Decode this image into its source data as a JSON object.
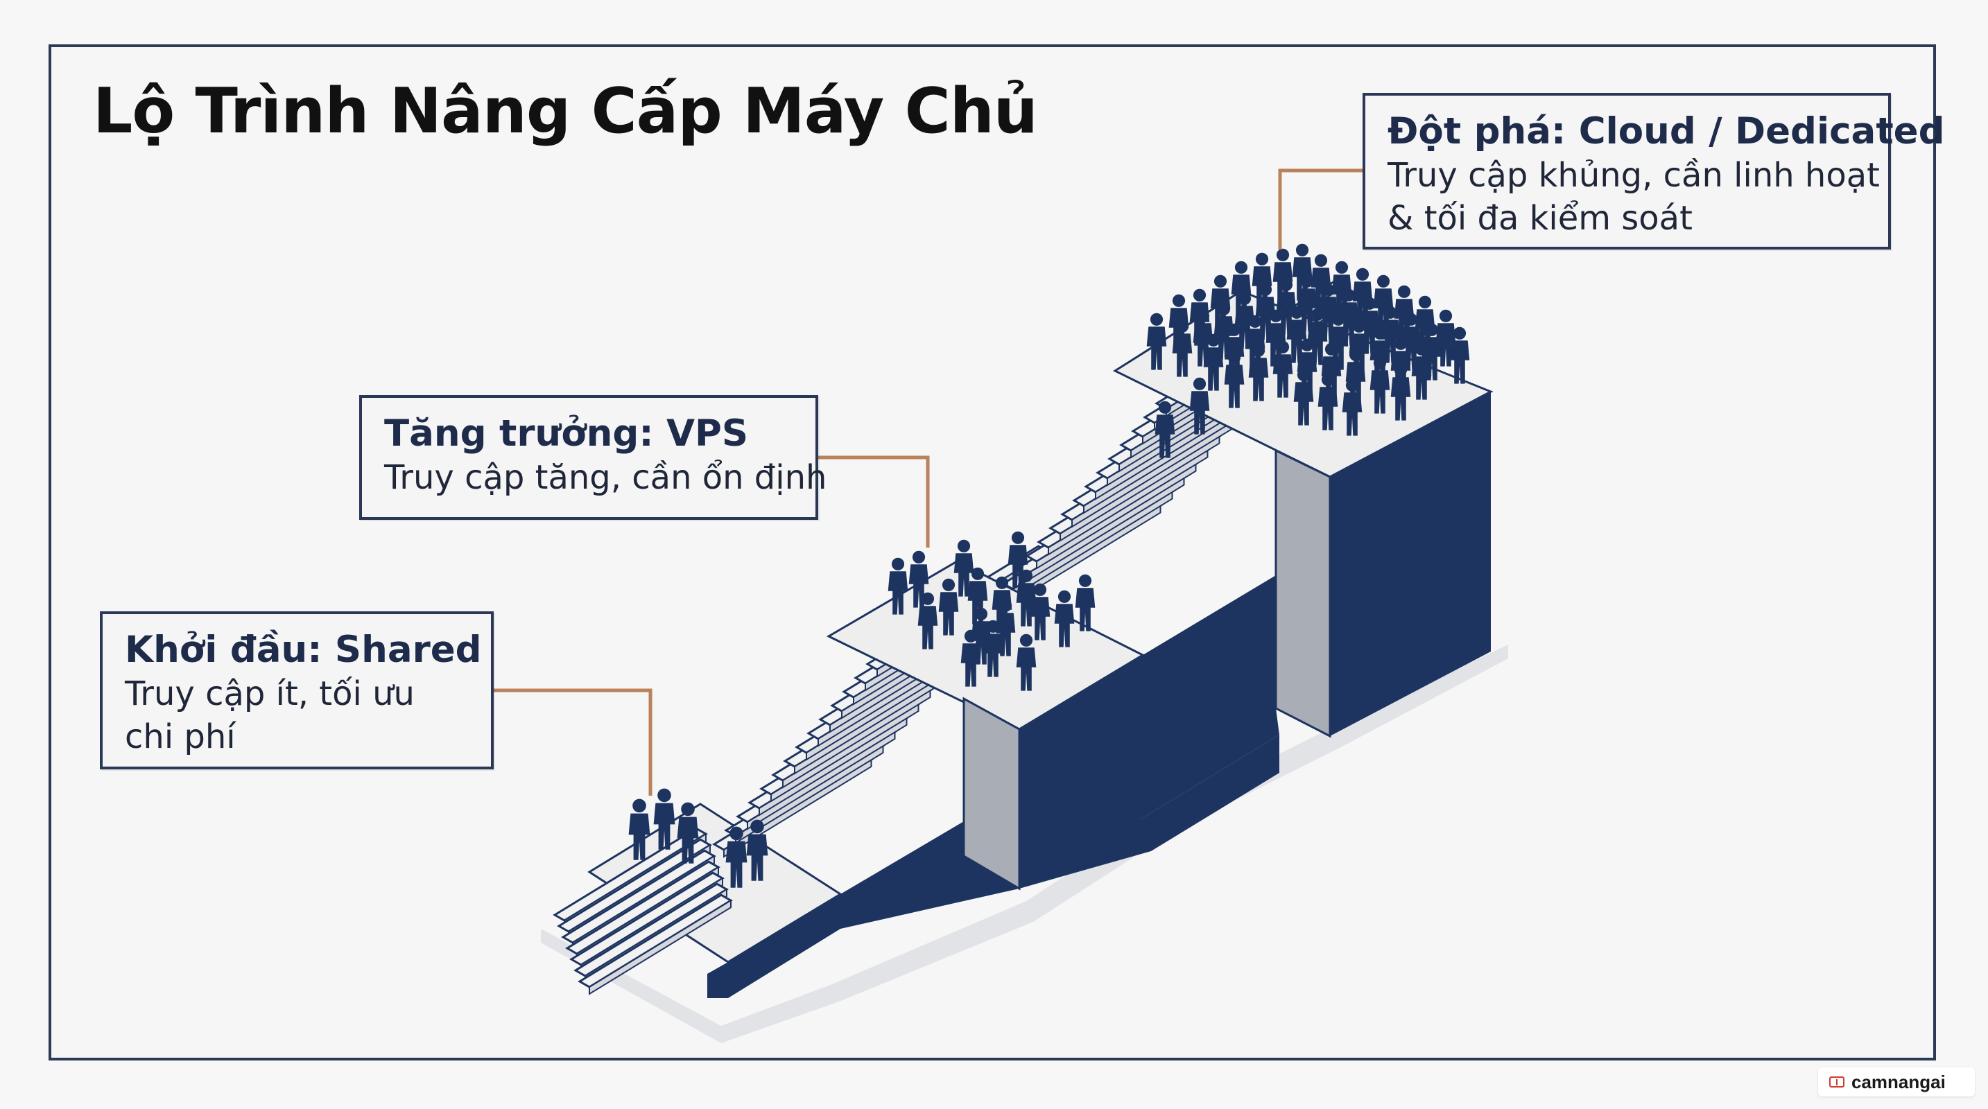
{
  "title": "Lộ Trình Nâng Cấp Máy Chủ",
  "stages": [
    {
      "heading": "Khởi đầu: Shared",
      "lines": [
        "Truy cập ít, tối ưu",
        "chi phí"
      ]
    },
    {
      "heading": "Tăng trưởng: VPS",
      "lines": [
        "Truy cập tăng, cần ổn định"
      ]
    },
    {
      "heading": "Đột phá: Cloud / Dedicated",
      "lines": [
        "Truy cập khủng, cần linh hoạt",
        "& tối đa kiểm soát"
      ]
    }
  ],
  "watermark": "camnangai",
  "colors": {
    "navy": "#1e3460",
    "connector": "#b9825a",
    "frame": "#2d3a55",
    "step_top": "#eeeeee",
    "gray_face": "#a7abb3"
  }
}
